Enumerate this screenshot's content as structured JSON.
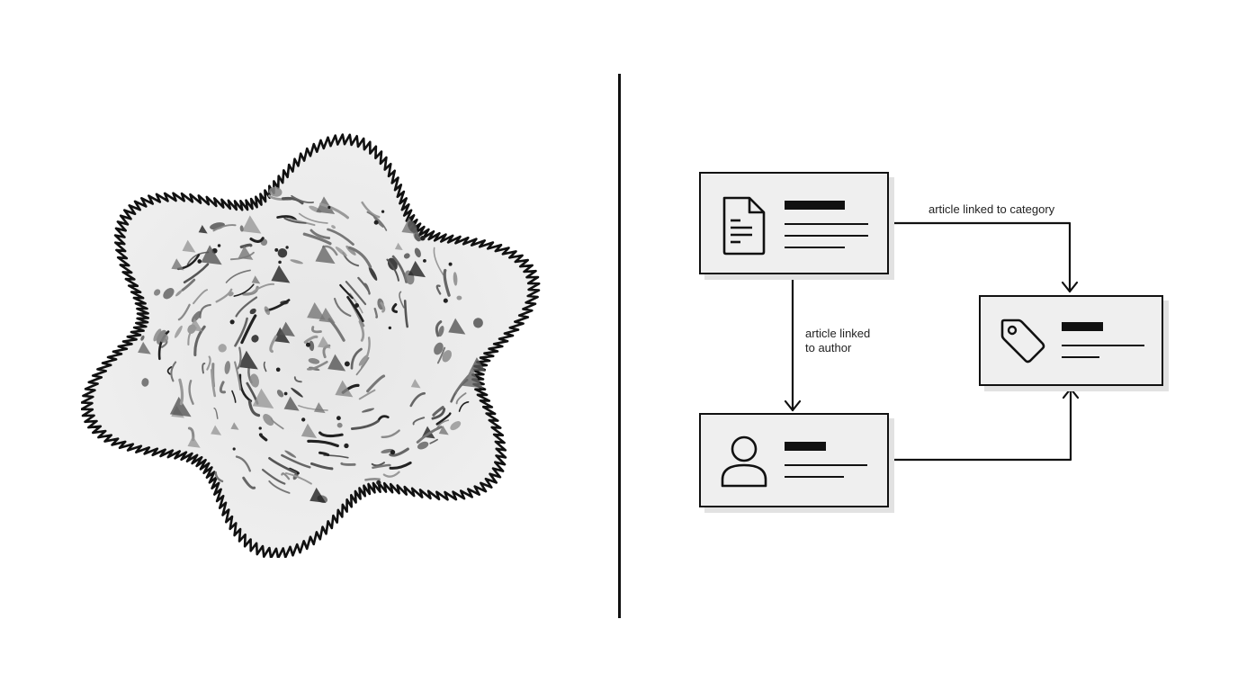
{
  "left_panel": {
    "illustration": "chaotic-blob",
    "description": "unstructured scribbles blob"
  },
  "divider": {
    "orientation": "vertical"
  },
  "diagram": {
    "nodes": [
      {
        "id": "article",
        "icon": "document-icon"
      },
      {
        "id": "category",
        "icon": "tag-icon"
      },
      {
        "id": "author",
        "icon": "person-icon"
      }
    ],
    "edges": [
      {
        "from": "article",
        "to": "category",
        "label": "article linked to category"
      },
      {
        "from": "article",
        "to": "author",
        "label": "article linked\nto author"
      },
      {
        "from": "author",
        "to": "category",
        "label": ""
      }
    ]
  },
  "colors": {
    "stroke": "#111111",
    "card_fill": "#efefef",
    "card_shadow": "#e2e2e2",
    "blob_fill": "#ececec",
    "scribble_gray": "#7a7a7a"
  }
}
